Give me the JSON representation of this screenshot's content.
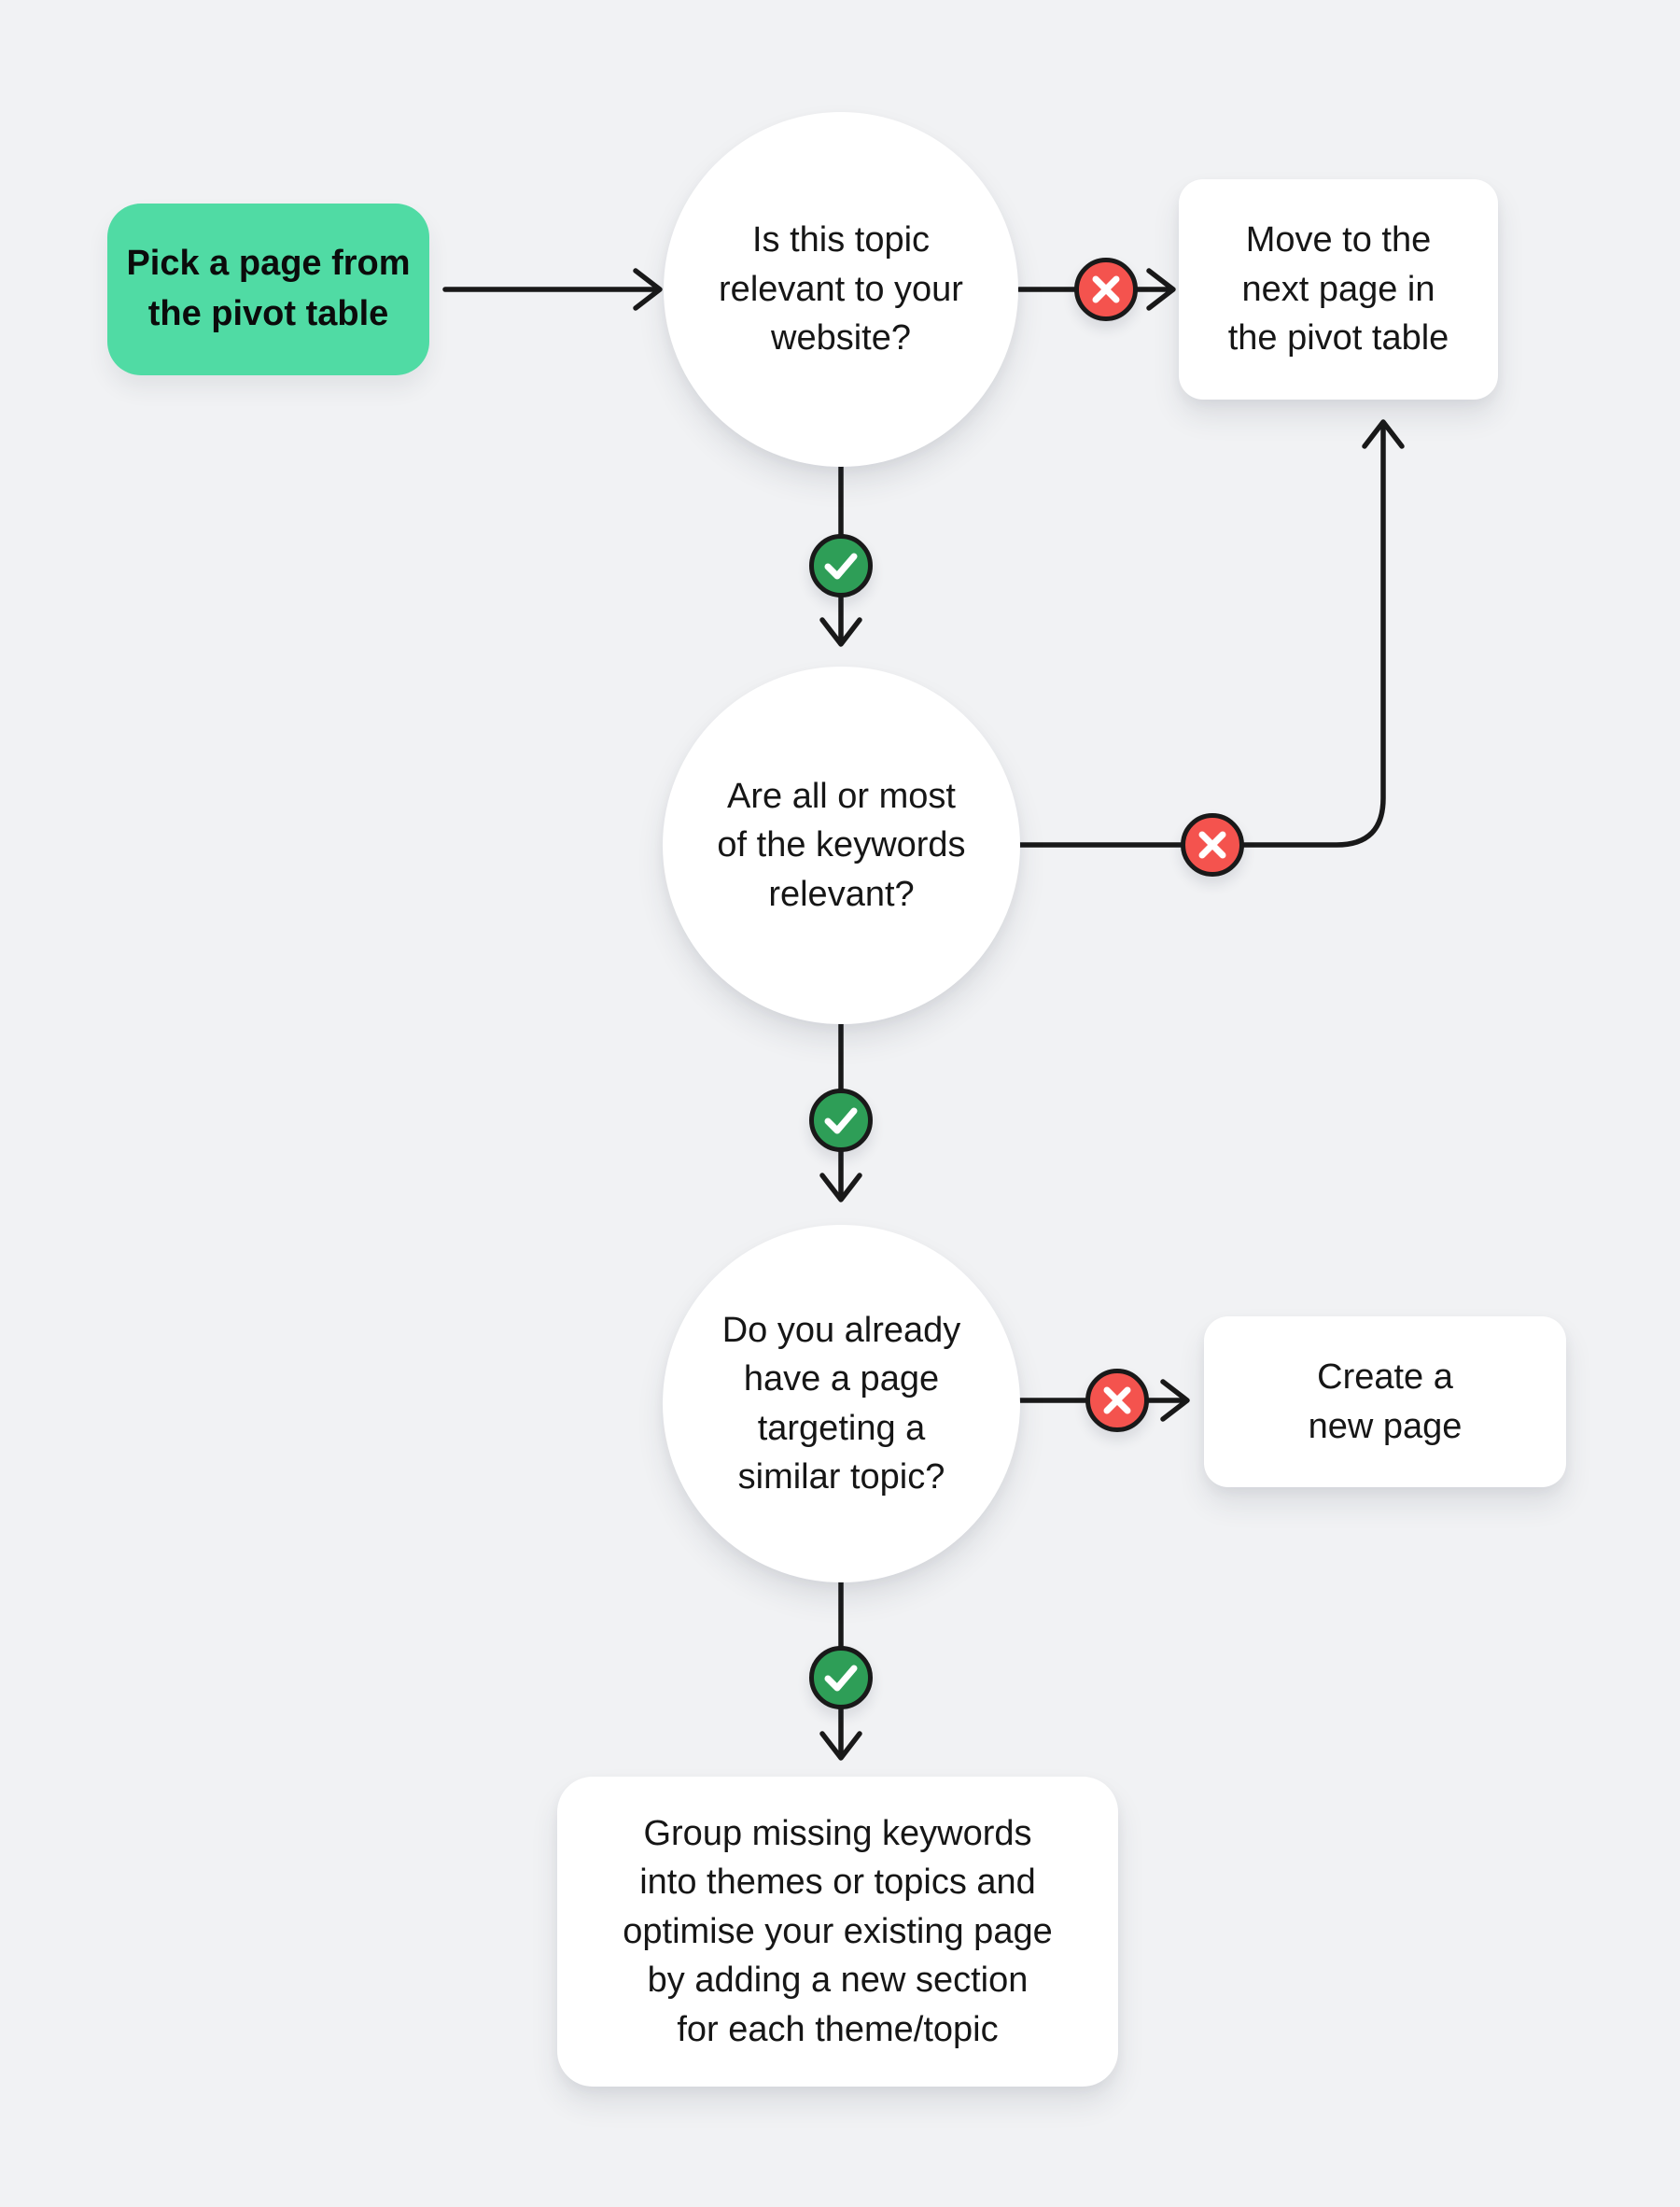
{
  "colors": {
    "background": "#F1F2F4",
    "node_fill": "#FFFFFF",
    "start_fill": "#50DBA4",
    "yes_fill": "#2E9E57",
    "no_fill": "#F4534E",
    "line": "#191919",
    "text": "#161616"
  },
  "nodes": {
    "start": {
      "type": "start",
      "label": "Pick a page from\nthe pivot table"
    },
    "q1": {
      "type": "decision",
      "label": "Is this topic\nrelevant to your\nwebsite?"
    },
    "move_next": {
      "type": "outcome",
      "label": "Move to the\nnext page in\nthe pivot table"
    },
    "q2": {
      "type": "decision",
      "label": "Are all or most\nof the keywords\nrelevant?"
    },
    "q3": {
      "type": "decision",
      "label": "Do you already\nhave a page\ntargeting a\nsimilar topic?"
    },
    "create_page": {
      "type": "outcome",
      "label": "Create a\nnew page"
    },
    "group_optimise": {
      "type": "outcome",
      "label": "Group missing keywords\ninto themes or topics and\noptimise your existing page\nby adding a new section\nfor each theme/topic"
    }
  },
  "edges": [
    {
      "from": "start",
      "to": "q1",
      "result": ""
    },
    {
      "from": "q1",
      "to": "move_next",
      "result": "no"
    },
    {
      "from": "q1",
      "to": "q2",
      "result": "yes"
    },
    {
      "from": "q2",
      "to": "move_next",
      "result": "no"
    },
    {
      "from": "q2",
      "to": "q3",
      "result": "yes"
    },
    {
      "from": "q3",
      "to": "create_page",
      "result": "no"
    },
    {
      "from": "q3",
      "to": "group_optimise",
      "result": "yes"
    }
  ],
  "icons": {
    "yes": "check-icon",
    "no": "x-icon"
  }
}
